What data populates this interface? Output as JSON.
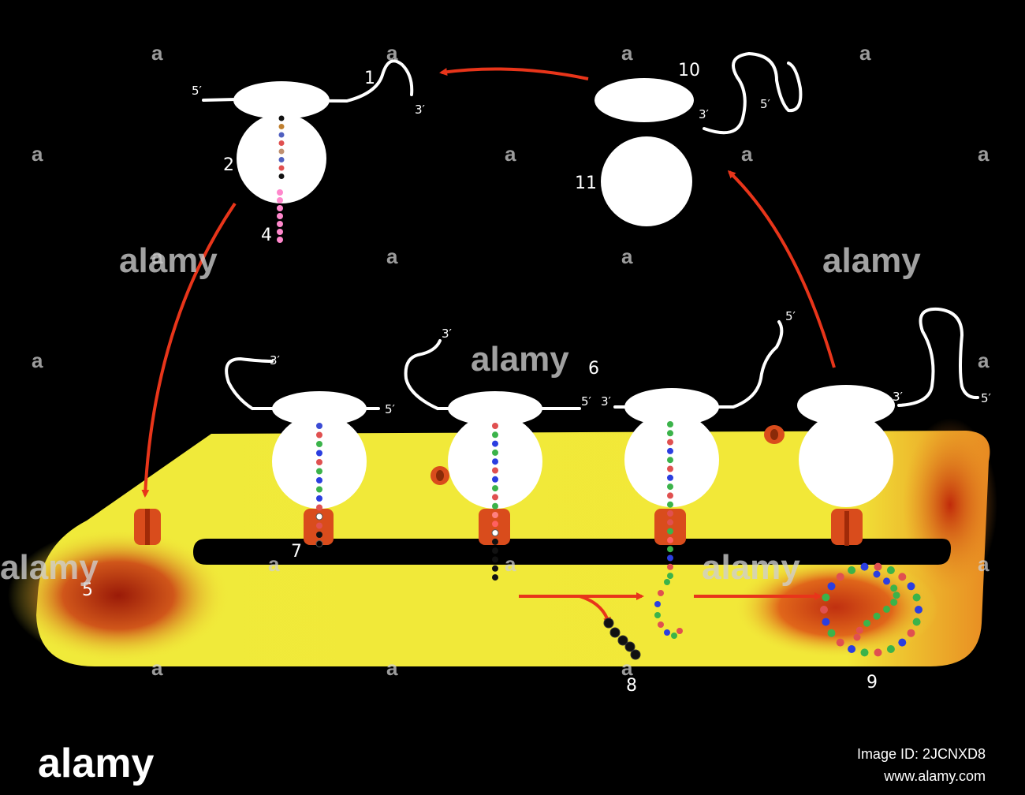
{
  "labels": {
    "n1": "1",
    "n2": "2",
    "n4": "4",
    "n5": "5",
    "n6": "6",
    "n7": "7",
    "n8": "8",
    "n9": "9",
    "n10": "10",
    "n11": "11"
  },
  "ends": {
    "five": "5′",
    "three": "3′"
  },
  "watermark": {
    "text": "alamy",
    "small": "a"
  },
  "footer": {
    "brand": "alamy",
    "image_id": "Image ID: 2JCNXD8",
    "url": "www.alamy.com"
  },
  "colors": {
    "background": "#000000",
    "membrane": "#f2ef38",
    "membrane_shade": "#e07a1a",
    "membrane_dark": "#b02a0a",
    "ribosome": "#ffffff",
    "arrow": "#e8351a",
    "mrna_edge": "#3aa4e6",
    "translocon": "#d94c1c"
  },
  "beads": {
    "ribosome_1": [
      "#3b4bd4",
      "#e05050",
      "#3bb34a",
      "#2b3ee0",
      "#e05050",
      "#3bb34a",
      "#2b3ee0",
      "#3bb34a",
      "#2b3ee0",
      "#e05050",
      "#ffffff",
      "#e05050",
      "#111111",
      "#000000"
    ],
    "ribosome_2": [
      "#e05050",
      "#3bb34a",
      "#2b3ee0",
      "#3bb34a",
      "#2b3ee0",
      "#e05050",
      "#2b3ee0",
      "#3bb34a",
      "#e05050",
      "#3bb34a",
      "#ff8080",
      "#ff6060",
      "#ffffff",
      "#111111",
      "#111111",
      "#111111",
      "#111111",
      "#111111"
    ],
    "ribosome_3": [
      "#3bb34a",
      "#3bb34a",
      "#e05050",
      "#2b3ee0",
      "#3bb34a",
      "#e05050",
      "#2b3ee0",
      "#3bb34a",
      "#e05050",
      "#3bb34a",
      "#e05050",
      "#e05050",
      "#3bb34a",
      "#ff6060",
      "#3bb34a",
      "#2b3ee0",
      "#e05050",
      "#3bb34a"
    ],
    "top_ribosome": [
      "#111111",
      "#c08030",
      "#5060c0",
      "#e05050",
      "#c09070",
      "#5060c0",
      "#e05050",
      "#111111"
    ],
    "peptide_4": [
      "#ff88cc",
      "#ff88cc",
      "#ff88cc",
      "#ff88cc",
      "#ff88cc",
      "#ff88cc",
      "#ff88cc"
    ],
    "ring_9": [
      "#2b3ee0",
      "#3bb34a",
      "#e05050",
      "#2b3ee0",
      "#3bb34a",
      "#e05050",
      "#3bb34a",
      "#2b3ee0",
      "#e05050",
      "#3bb34a",
      "#2b3ee0",
      "#e05050",
      "#3bb34a",
      "#2b3ee0",
      "#e05050",
      "#3bb34a",
      "#2b3ee0",
      "#e05050",
      "#3bb34a",
      "#e05050",
      "#2b3ee0",
      "#3bb34a"
    ]
  }
}
